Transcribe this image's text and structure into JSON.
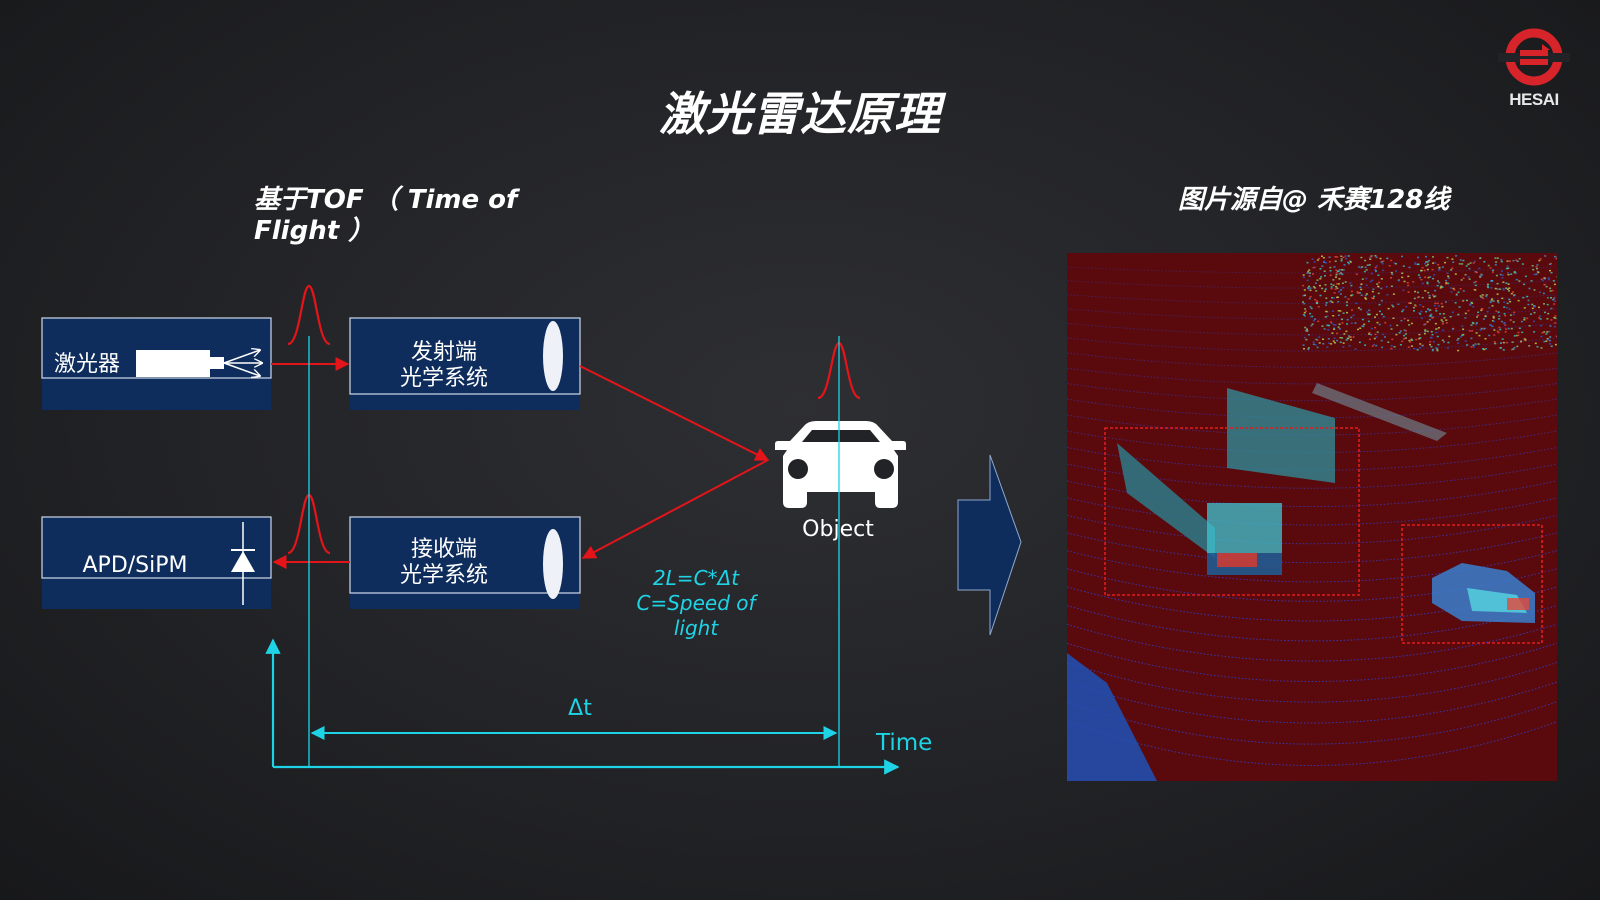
{
  "slide": {
    "title": "激光雷达原理",
    "left_subtitle": "基于TOF （ Time of Flight ）",
    "right_subtitle": "图片源自@ 禾赛128线"
  },
  "logo": {
    "brand_text": "HESAI",
    "brand_color": "#d7242b"
  },
  "diagram": {
    "laser_block": "激光器",
    "detector_block": "APD/SiPM",
    "transmit_optics": "发射端\n光学系统",
    "receive_optics": "接收端\n光学系统",
    "object_label": "Object",
    "formula": "2L=C*Δt\nC=Speed of light",
    "delta_label": "Δt",
    "time_axis_label": "Time",
    "colors": {
      "block_fill": "#0e2d5c",
      "signal_arrow": "#e4141b",
      "timeline": "#1fd3e6",
      "text": "#ffffff"
    }
  },
  "point_cloud": {
    "background": "#5a0a0c",
    "bbox_color": "#e11d1d",
    "scan_color": "#2f3fd0"
  }
}
